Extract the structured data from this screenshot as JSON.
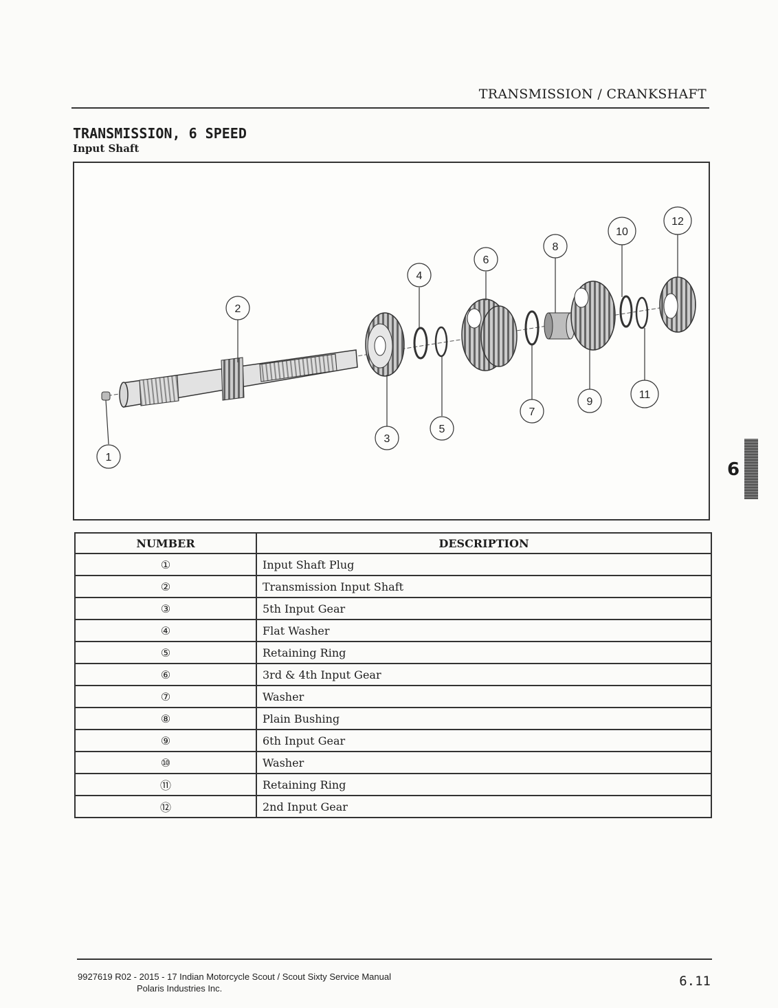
{
  "header": {
    "title": "TRANSMISSION / CRANKSHAFT"
  },
  "section": {
    "title": "TRANSMISSION, 6 SPEED",
    "subtitle": "Input Shaft"
  },
  "callouts": [
    "1",
    "2",
    "3",
    "4",
    "5",
    "6",
    "7",
    "8",
    "9",
    "10",
    "11",
    "12"
  ],
  "table": {
    "headers": {
      "number": "NUMBER",
      "description": "DESCRIPTION"
    },
    "rows": [
      {
        "number": "①",
        "description": "Input Shaft Plug"
      },
      {
        "number": "②",
        "description": "Transmission Input Shaft"
      },
      {
        "number": "③",
        "description": "5th Input Gear"
      },
      {
        "number": "④",
        "description": "Flat Washer"
      },
      {
        "number": "⑤",
        "description": "Retaining Ring"
      },
      {
        "number": "⑥",
        "description": "3rd & 4th Input Gear"
      },
      {
        "number": "⑦",
        "description": "Washer"
      },
      {
        "number": "⑧",
        "description": "Plain Bushing"
      },
      {
        "number": "⑨",
        "description": "6th Input Gear"
      },
      {
        "number": "⑩",
        "description": "Washer"
      },
      {
        "number": "⑪",
        "description": "Retaining Ring"
      },
      {
        "number": "⑫",
        "description": "2nd Input Gear"
      }
    ]
  },
  "side_tab": {
    "number": "6"
  },
  "footer": {
    "manual": "9927619 R02 - 2015 - 17 Indian Motorcycle Scout / Scout Sixty Service Manual",
    "company": "Polaris Industries Inc.",
    "page": "6.11"
  }
}
